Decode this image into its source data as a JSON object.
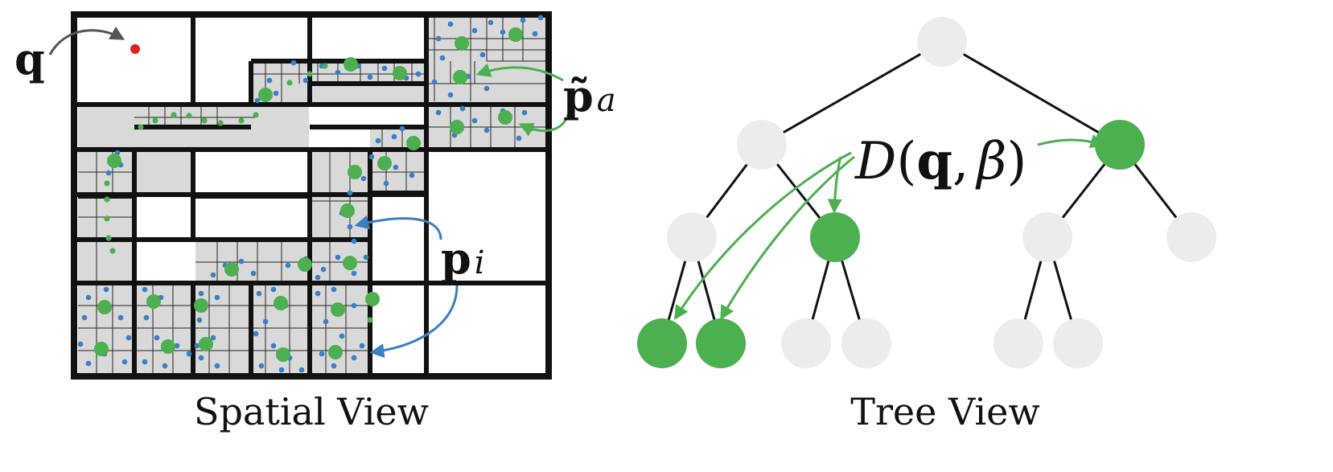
{
  "colors": {
    "background": "#ffffff",
    "cell_fill": "#d9d9d9",
    "grid_stroke": "#111111",
    "ancestor_green": "#4caf50",
    "point_blue": "#3b7fc4",
    "query_red": "#e02020",
    "inactive_node": "#ececec",
    "q_arrow": "#555555"
  },
  "spatial_view": {
    "caption": "Spatial View",
    "query_label": "q",
    "ancestor_label_base": "p̃",
    "ancestor_label_sub": "a",
    "point_label_base": "p",
    "point_label_sub": "i"
  },
  "tree_view": {
    "caption": "Tree View",
    "D_label": {
      "func": "D",
      "open": "(",
      "q": "q",
      "comma": ",",
      "beta": "β",
      "close": ")"
    },
    "nodes": [
      {
        "id": "root",
        "active": false
      },
      {
        "id": "n1",
        "active": false
      },
      {
        "id": "n2",
        "active": true
      },
      {
        "id": "n3",
        "active": false
      },
      {
        "id": "n4",
        "active": true
      },
      {
        "id": "n5",
        "active": false
      },
      {
        "id": "n6",
        "active": false
      },
      {
        "id": "n7",
        "active": true
      },
      {
        "id": "n8",
        "active": true
      },
      {
        "id": "n9",
        "active": false
      },
      {
        "id": "n10",
        "active": false
      },
      {
        "id": "n11",
        "active": false
      },
      {
        "id": "n12",
        "active": false
      }
    ]
  }
}
